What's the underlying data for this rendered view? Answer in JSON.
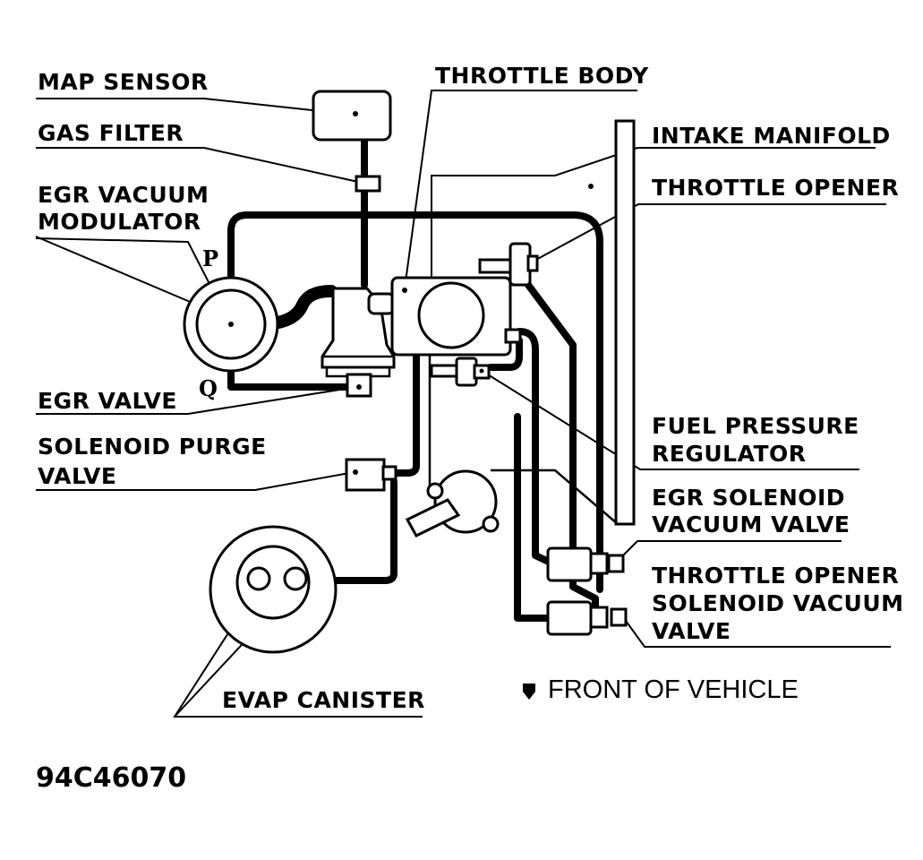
{
  "labels": {
    "map_sensor": "MAP SENSOR",
    "gas_filter": "GAS FILTER",
    "egr_vacuum_modulator_1": "EGR VACUUM",
    "egr_vacuum_modulator_2": "MODULATOR",
    "egr_valve": "EGR VALVE",
    "solenoid_purge_valve_1": "SOLENOID PURGE",
    "solenoid_purge_valve_2": "VALVE",
    "evap_canister": "EVAP CANISTER",
    "throttle_body": "THROTTLE BODY",
    "intake_manifold": "INTAKE MANIFOLD",
    "throttle_opener": "THROTTLE OPENER",
    "fuel_pressure_regulator_1": "FUEL PRESSURE",
    "fuel_pressure_regulator_2": "REGULATOR",
    "egr_solenoid_vacuum_valve_1": "EGR SOLENOID",
    "egr_solenoid_vacuum_valve_2": "VACUUM VALVE",
    "throttle_opener_solenoid_1": "THROTTLE OPENER",
    "throttle_opener_solenoid_2": "SOLENOID VACUUM",
    "throttle_opener_solenoid_3": "VALVE",
    "port_p": "P",
    "port_q": "Q"
  },
  "legend": {
    "front_of_vehicle": "FRONT OF VEHICLE"
  },
  "figure_code": "94C46070"
}
